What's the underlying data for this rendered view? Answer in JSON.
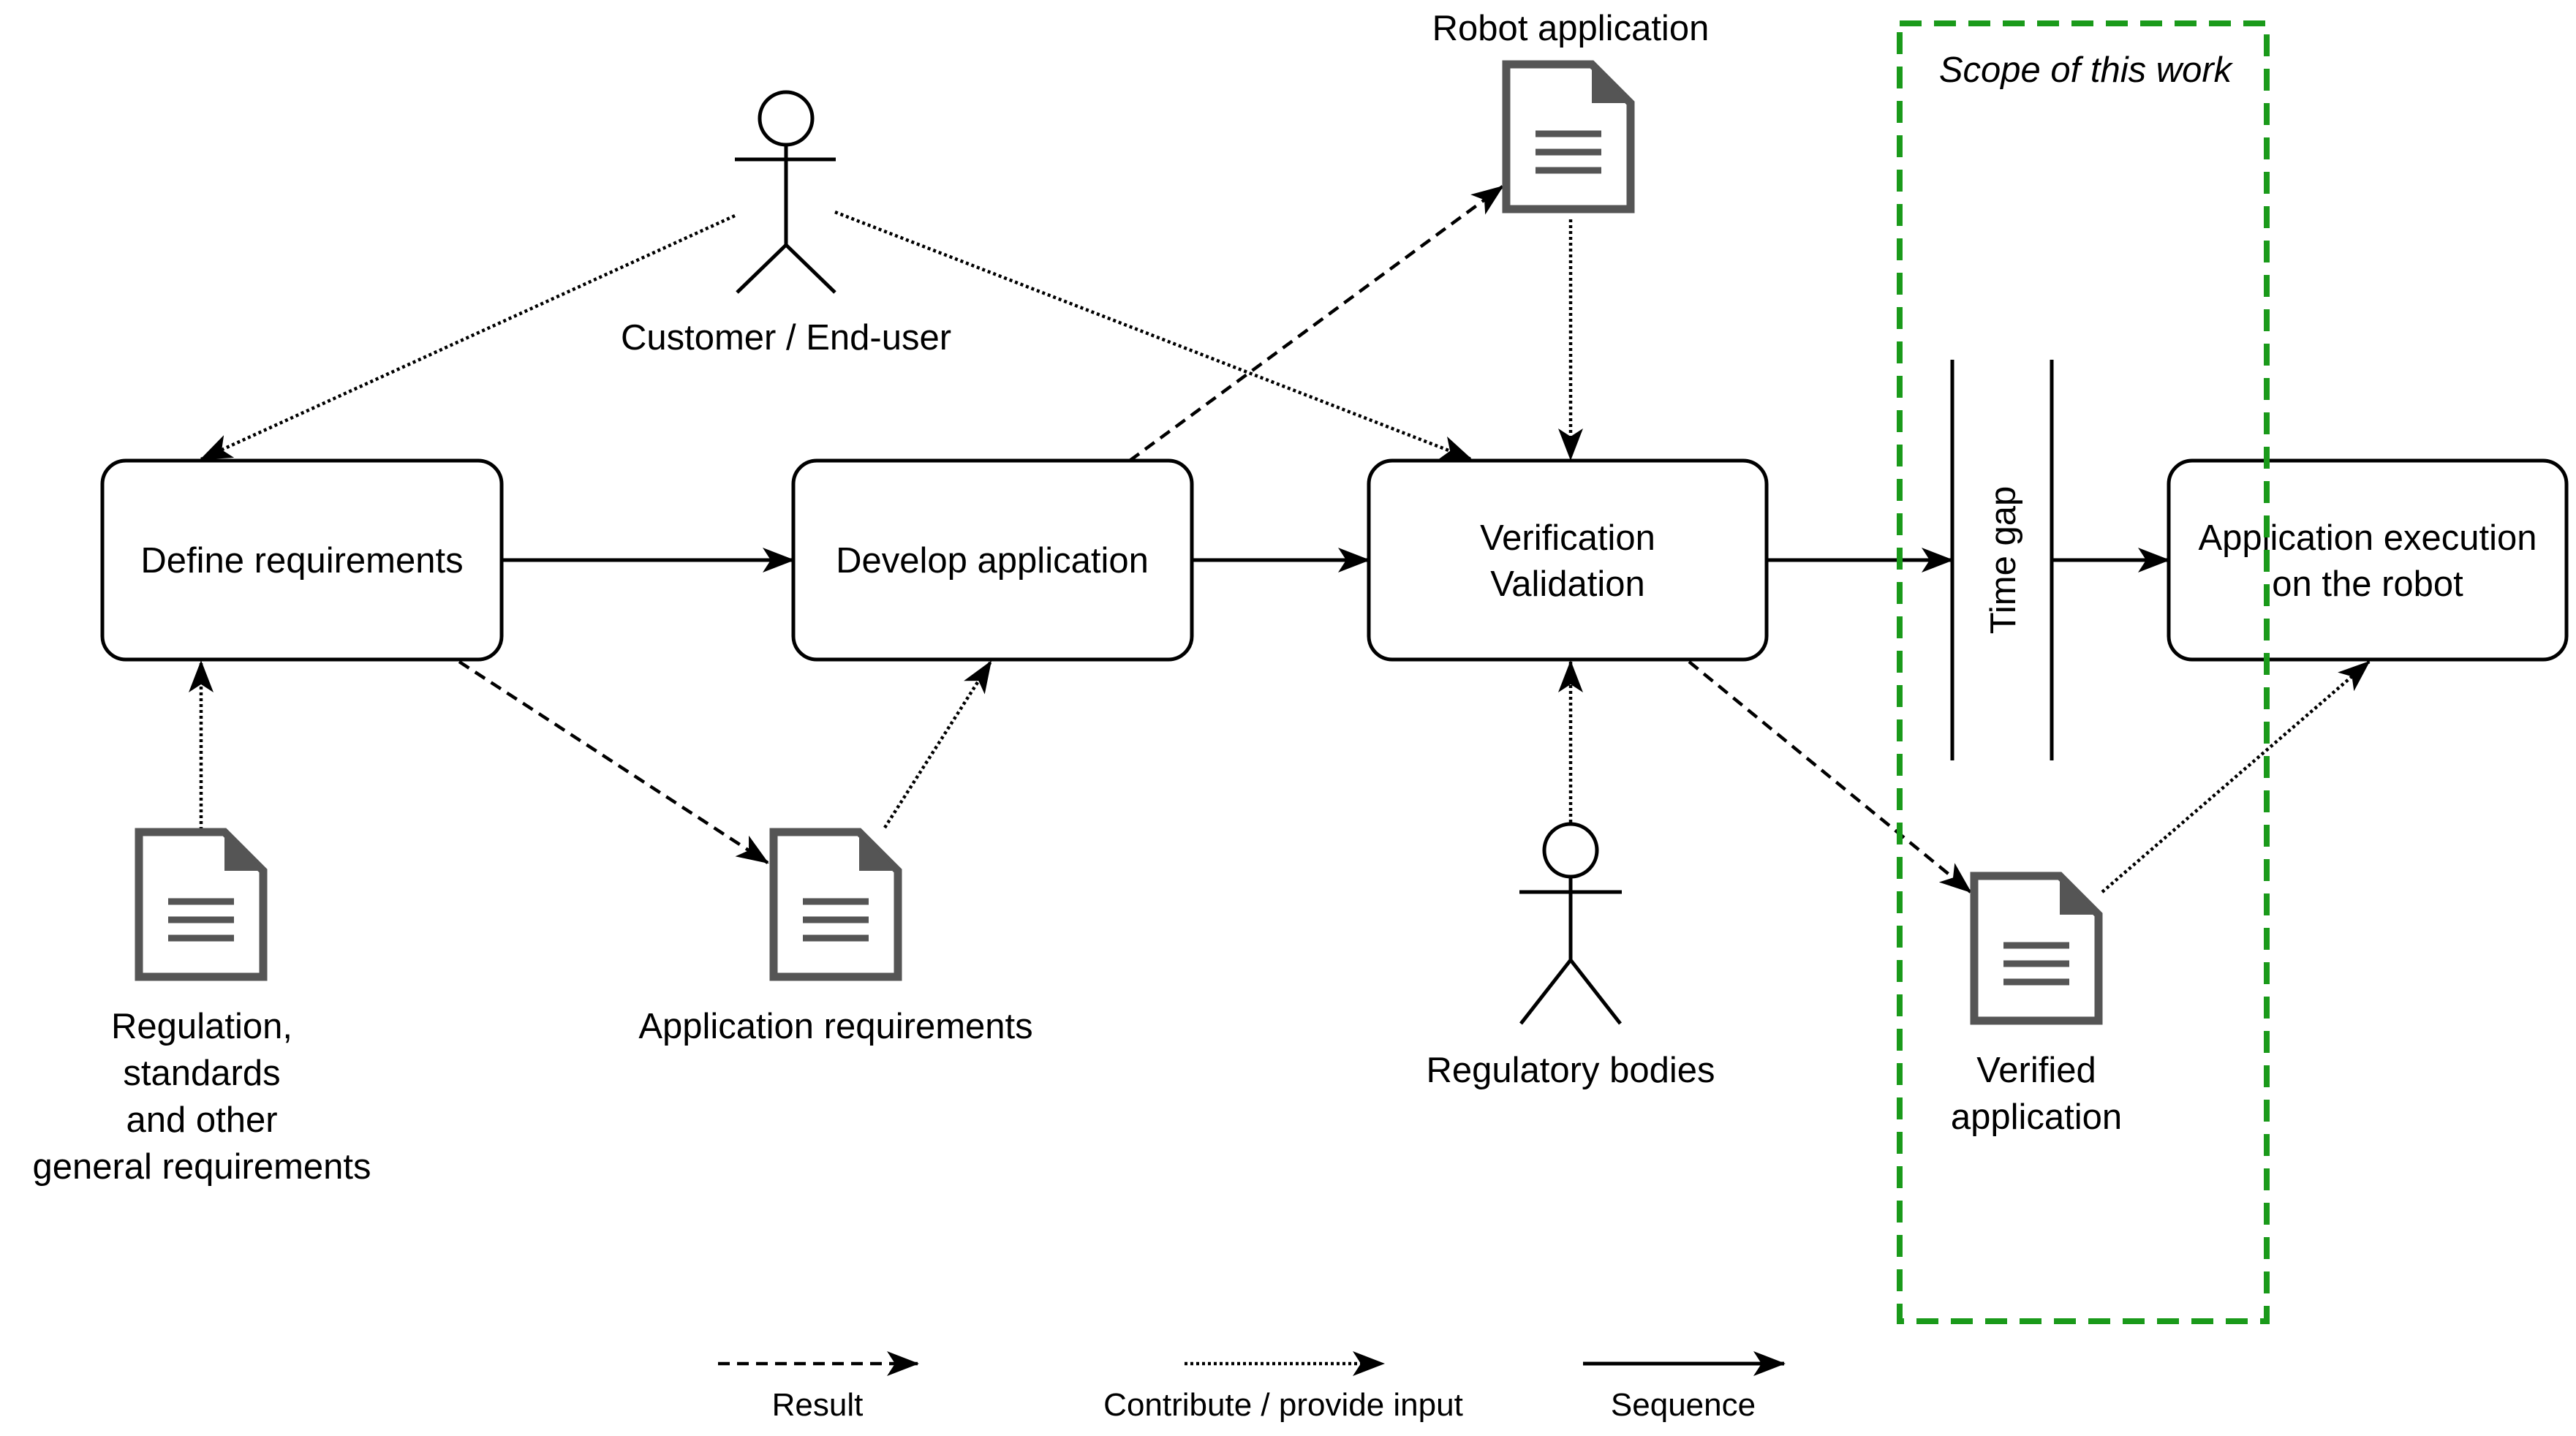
{
  "processes": {
    "define": "Define requirements",
    "develop": "Develop application",
    "verify_line1": "Verification",
    "verify_line2": "Validation",
    "execute_line1": "Application execution",
    "execute_line2": "on the robot"
  },
  "time_gap": "Time gap",
  "actors": {
    "customer": "Customer / End-user",
    "regulatory": "Regulatory bodies"
  },
  "documents": {
    "robot_app": "Robot application",
    "regulation_lines": [
      "Regulation,",
      "standards",
      "and other",
      "general requirements"
    ],
    "app_requirements": "Application requirements",
    "verified_lines": [
      "Verified",
      "application"
    ]
  },
  "scope_label": "Scope of this work",
  "legend": {
    "result": "Result",
    "contribute": "Contribute / provide input",
    "sequence": "Sequence"
  },
  "colors": {
    "scope": "#1a9a1a",
    "doc": "#555555",
    "line": "#000000"
  }
}
